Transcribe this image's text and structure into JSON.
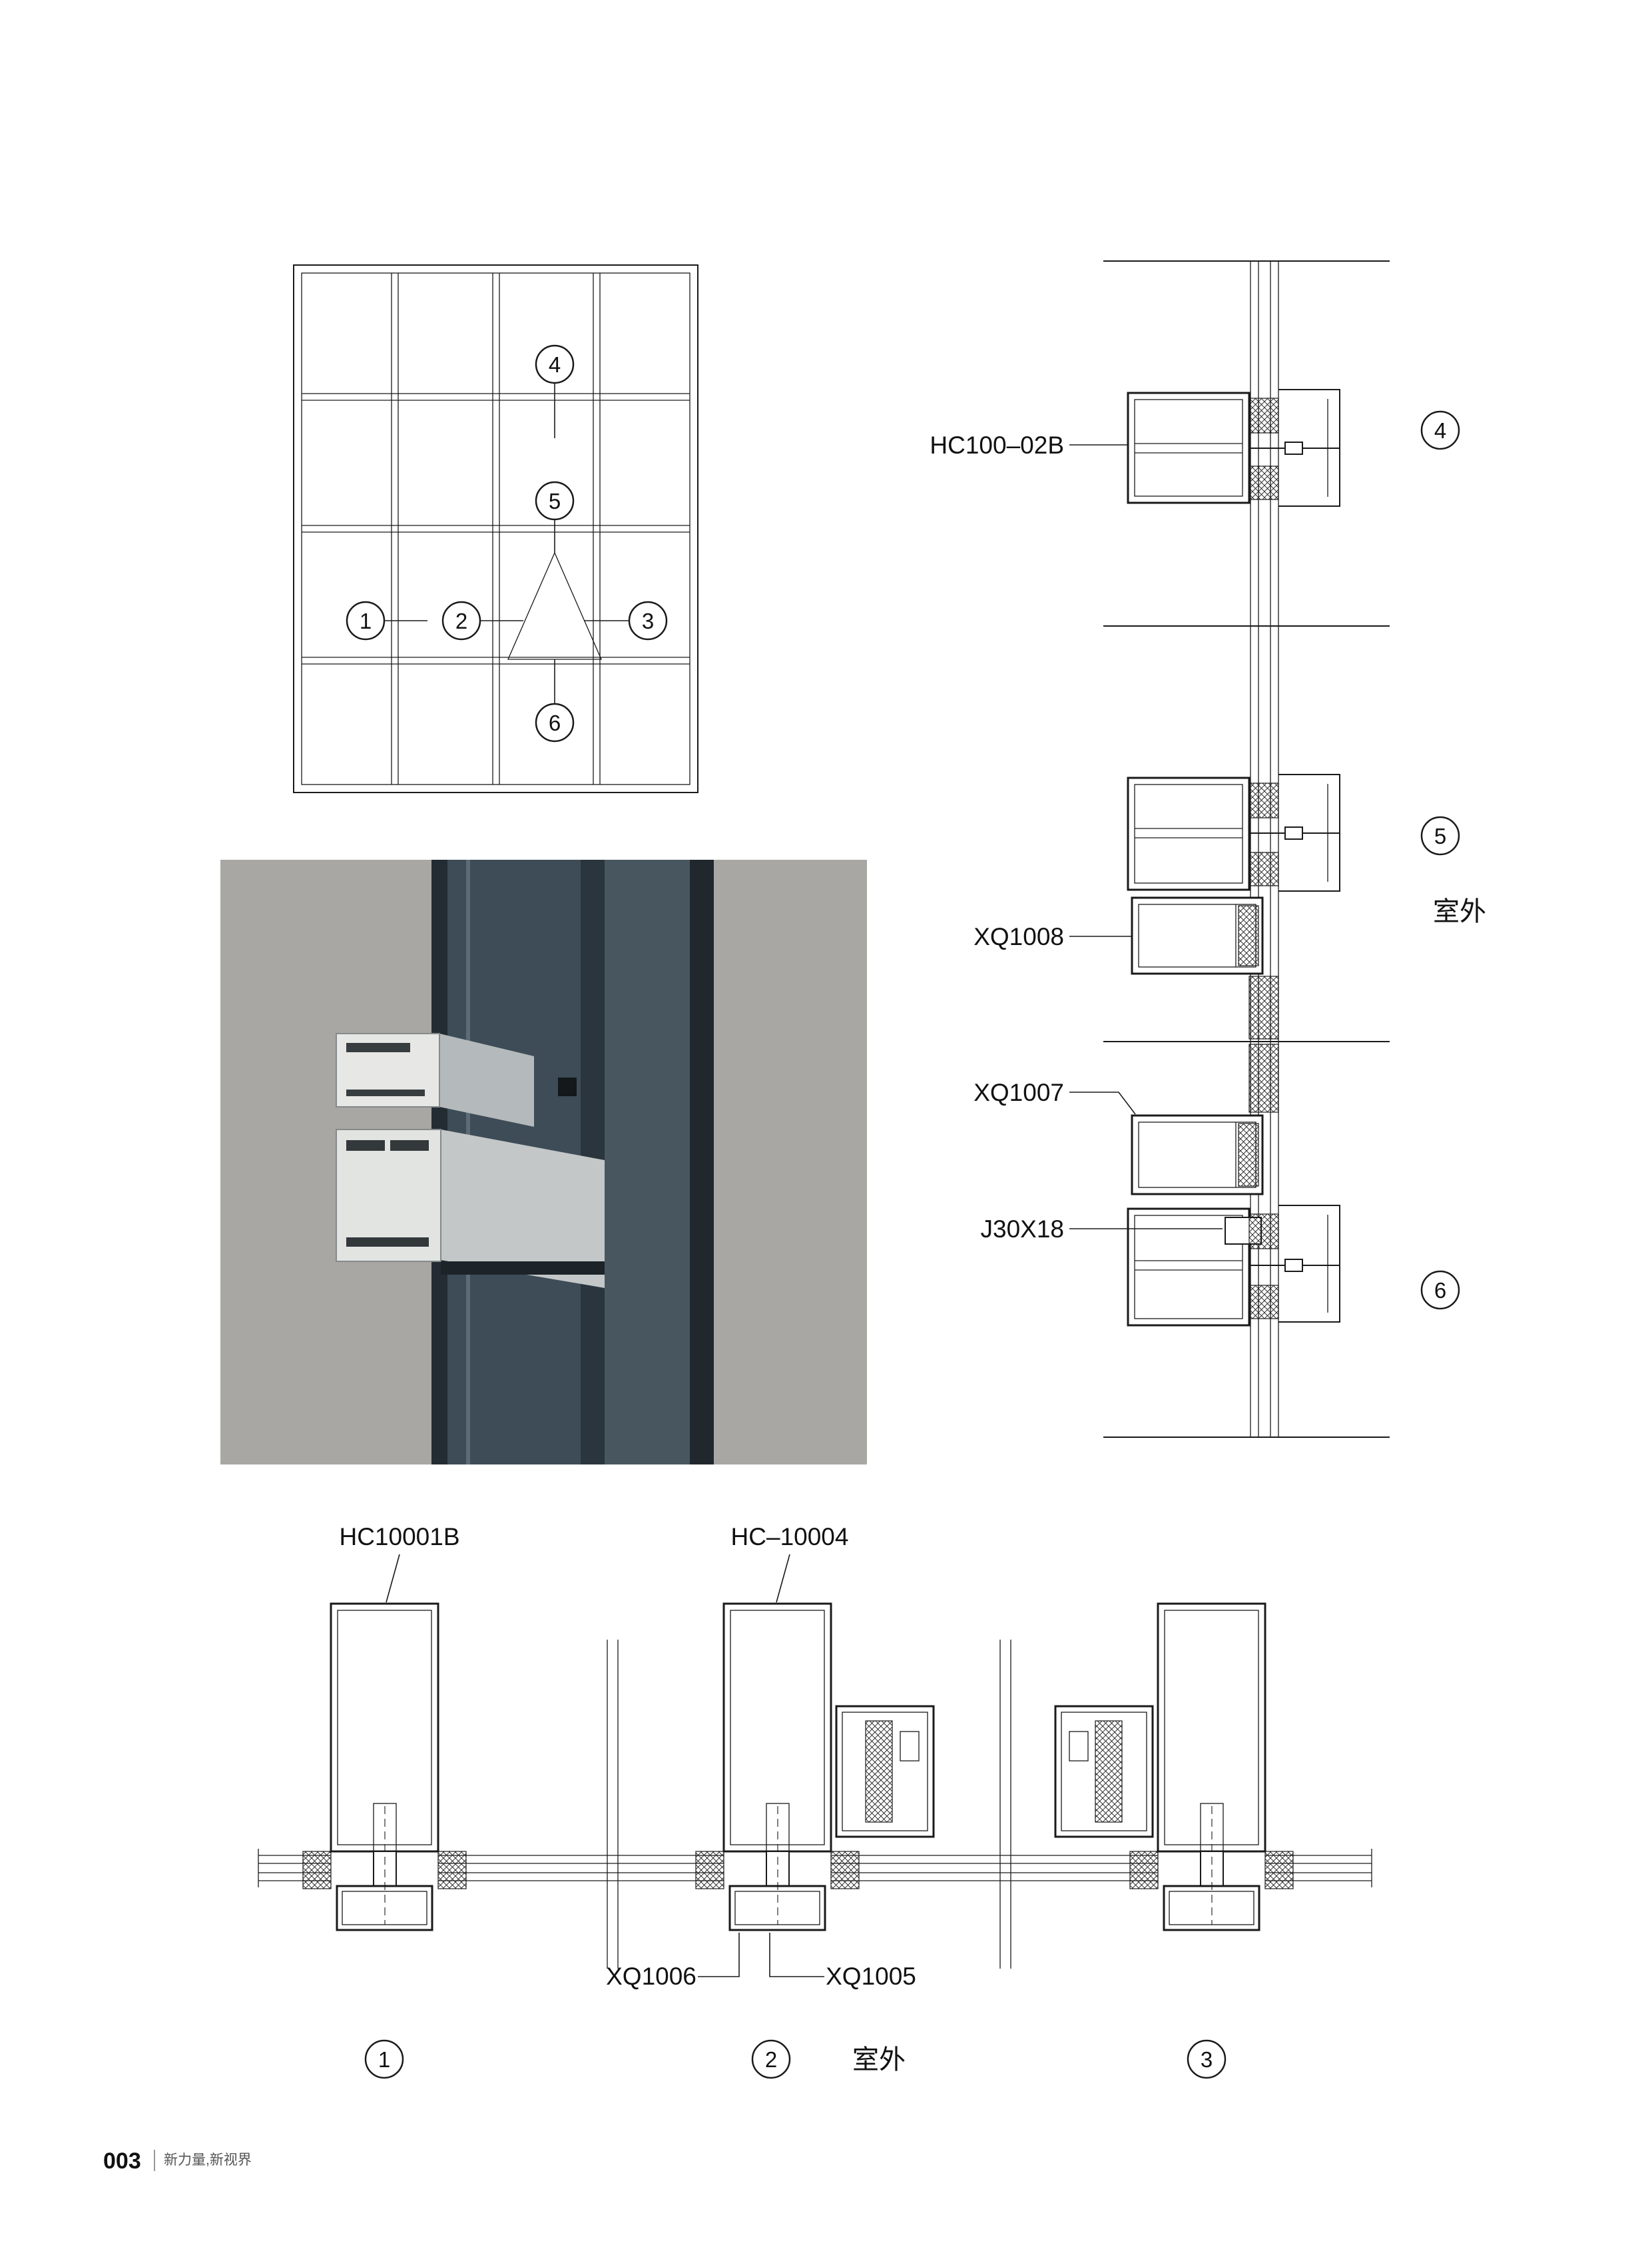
{
  "page": {
    "footer": {
      "page_number": "003",
      "tagline": "新力量,新视界"
    }
  },
  "elevation": {
    "callout_1": "1",
    "callout_2": "2",
    "callout_3": "3",
    "callout_4": "4",
    "callout_5": "5",
    "callout_6": "6"
  },
  "vertical_sections": {
    "label_hc100_02b": "HC100–02B",
    "label_xq1008": "XQ1008",
    "label_xq1007": "XQ1007",
    "label_j30x18": "J30X18",
    "label_outdoor": "室外",
    "callout_4": "4",
    "callout_5": "5",
    "callout_6": "6"
  },
  "horizontal_sections": {
    "label_hc10001b": "HC10001B",
    "label_hc_10004": "HC–10004",
    "label_xq1006": "XQ1006",
    "label_xq1005": "XQ1005",
    "label_outdoor": "室外",
    "callout_1": "1",
    "callout_2": "2",
    "callout_3": "3"
  }
}
